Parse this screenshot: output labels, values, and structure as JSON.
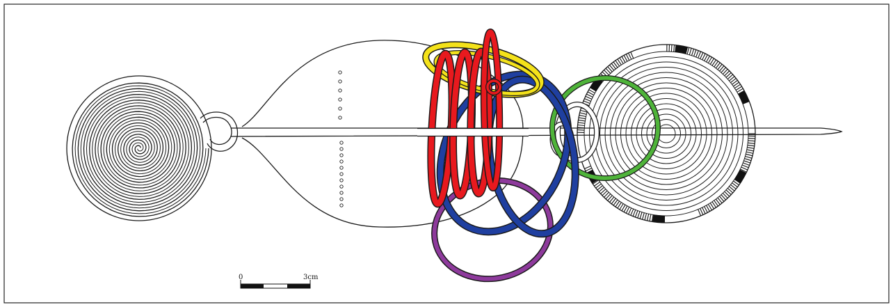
{
  "scale_bar": {
    "start_label": "0",
    "end_label": "3cm"
  },
  "colors": {
    "yellow_ring": "#f4e21a",
    "red_rings": "#e8191e",
    "blue_rings": "#1f3fa0",
    "green_ring": "#4fb43a",
    "purple_ring": "#8e3a9c",
    "line_ink": "#1a1a1a"
  },
  "parts": [
    "left-spiral-disc",
    "pin-shaft",
    "central-plate",
    "right-spiral-disc",
    "yellow-ring",
    "red-rings",
    "blue-rings",
    "green-ring",
    "purple-ring"
  ]
}
